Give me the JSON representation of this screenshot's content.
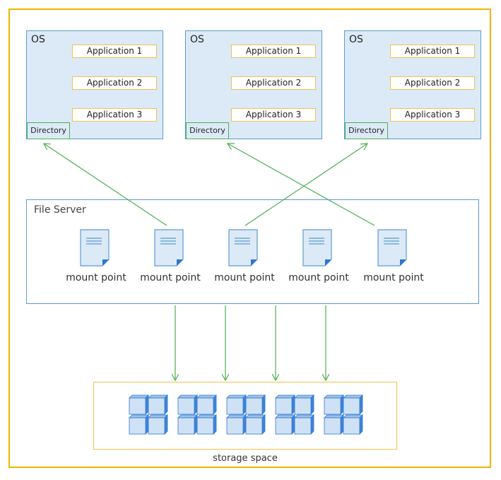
{
  "os_systems": [
    {
      "label": "OS",
      "apps": [
        "Application 1",
        "Application 2",
        "Application 3"
      ],
      "directory": "Directory"
    },
    {
      "label": "OS",
      "apps": [
        "Application 1",
        "Application 2",
        "Application 3"
      ],
      "directory": "Directory"
    },
    {
      "label": "OS",
      "apps": [
        "Application 1",
        "Application 2",
        "Application 3"
      ],
      "directory": "Directory"
    }
  ],
  "file_server": {
    "label": "File Server",
    "mount_points": [
      "mount point",
      "mount point",
      "mount point",
      "mount point",
      "mount point"
    ]
  },
  "storage": {
    "label": "storage space",
    "block_groups": 5
  },
  "colors": {
    "frame": "#f0b400",
    "os_fill": "#dceaf7",
    "os_border": "#5b9bd5",
    "app_border": "#f2c14e",
    "arrow": "#4caf50",
    "cube": "#5b9bd5"
  },
  "icons": {
    "mount_point": "document-icon",
    "storage_block": "cube-icon"
  }
}
